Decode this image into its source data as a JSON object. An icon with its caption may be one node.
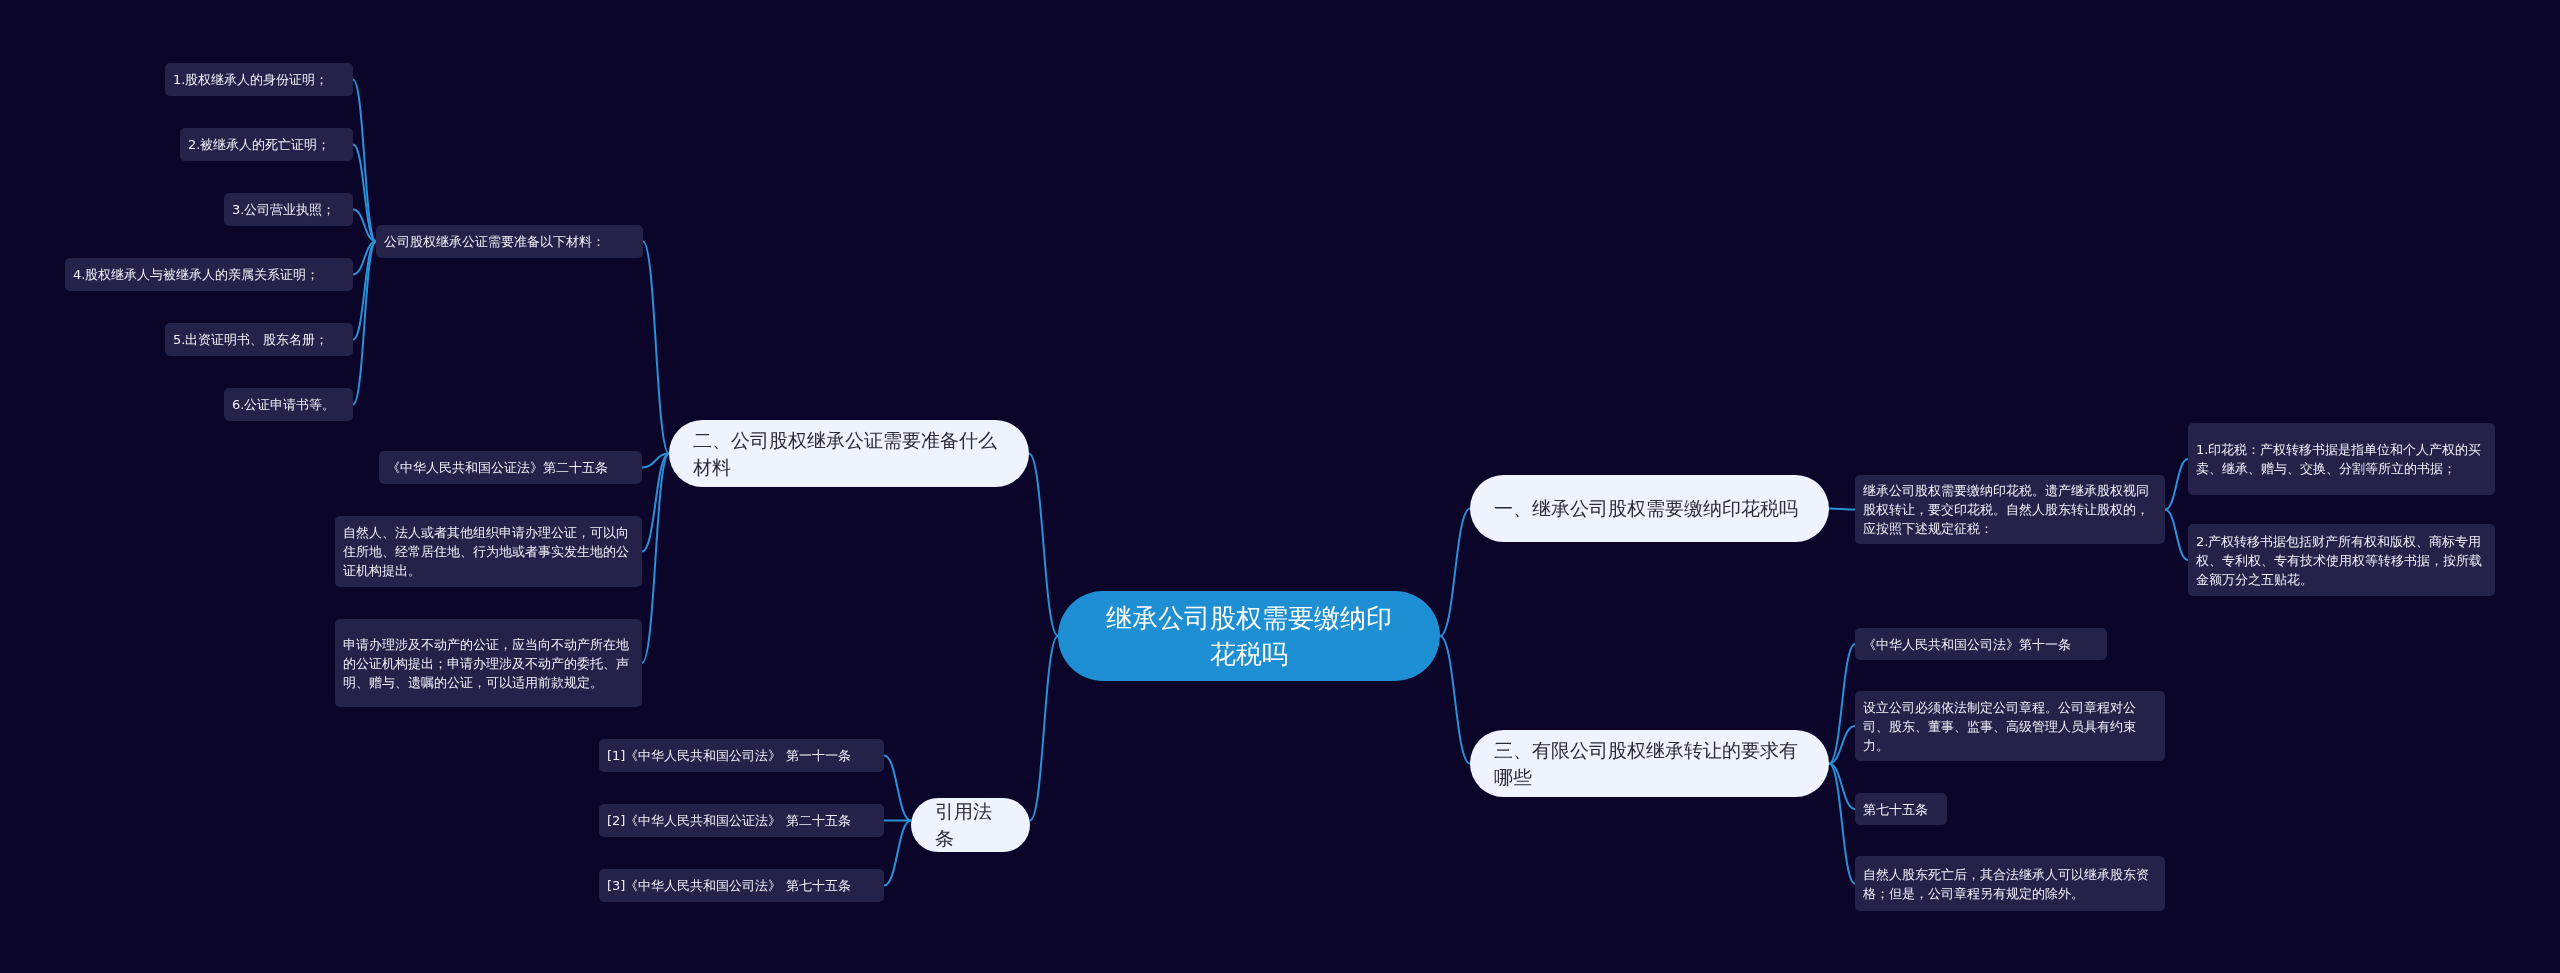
{
  "diagram": {
    "nodes": [
      {
        "text": [
          "继承公司股权需要缴纳印花税吗"
        ]
      },
      {
        "text": [
          "一、继承公司股权需要缴纳印花税吗"
        ]
      },
      {
        "text": [
          "继承公司股权需要缴纳印花税。遗产继承股权视同股权转让，要交印花税。自然人股东转让股权的，应按照下述规定征税："
        ]
      },
      {
        "text": [
          "1.印花税：产权转移书据是指单位和个人产权的买卖、继承、赠与、交换、分割等所立的书据；"
        ]
      },
      {
        "text": [
          "2.产权转移书据包括财产所有权和版权、商标专用权、专利权、专有技术使用权等转移书据，按所载金额万分之五贴花。"
        ]
      },
      {
        "text": [
          "三、有限公司股权继承转让的要求有哪些"
        ]
      },
      {
        "text": [
          "《中华人民共和国公司法》第十一条"
        ]
      },
      {
        "text": [
          "设立公司必须依法制定公司章程。公司章程对公司、股东、董事、监事、高级管理人员具有约束力。"
        ]
      },
      {
        "text": [
          "第七十五条"
        ]
      },
      {
        "text": [
          "自然人股东死亡后，其合法继承人可以继承股东资格；但是，公司章程另有规定的除外。"
        ]
      },
      {
        "text": [
          "二、公司股权继承公证需要准备什么材料"
        ]
      },
      {
        "text": [
          "公司股权继承公证需要准备以下材料："
        ]
      },
      {
        "text": [
          "1.股权继承人的身份证明；"
        ]
      },
      {
        "text": [
          "2.被继承人的死亡证明；"
        ]
      },
      {
        "text": [
          "3.公司营业执照；"
        ]
      },
      {
        "text": [
          "4.股权继承人与被继承人的亲属关系证明；"
        ]
      },
      {
        "text": [
          "5.出资证明书、股东名册；"
        ]
      },
      {
        "text": [
          "6.公证申请书等。"
        ]
      },
      {
        "text": [
          "《中华人民共和国公证法》第二十五条"
        ]
      },
      {
        "text": [
          "自然人、法人或者其他组织申请办理公证，可以向住所地、经常居住地、行为地或者事实发生地的公证机构提出。"
        ]
      },
      {
        "text": [
          "申请办理涉及不动产的公证，应当向不动产所在地的公证机构提出；申请办理涉及不动产的委托、声明、赠与、遗嘱的公证，可以适用前款规定。"
        ]
      },
      {
        "text": [
          "引用法条"
        ]
      },
      {
        "text": [
          "[1]《中华人民共和国公司法》 第一十一条"
        ]
      },
      {
        "text": [
          "[2]《中华人民共和国公证法》 第二十五条"
        ]
      },
      {
        "text": [
          "[3]《中华人民共和国公司法》 第七十五条"
        ]
      }
    ],
    "edges": [
      {
        "from": 0,
        "to": 1,
        "arrow": "none"
      },
      {
        "from": 1,
        "to": 2,
        "arrow": "none"
      },
      {
        "from": 2,
        "to": 3,
        "arrow": "none"
      },
      {
        "from": 2,
        "to": 4,
        "arrow": "none"
      },
      {
        "from": 0,
        "to": 5,
        "arrow": "none"
      },
      {
        "from": 5,
        "to": 6,
        "arrow": "none"
      },
      {
        "from": 5,
        "to": 7,
        "arrow": "none"
      },
      {
        "from": 5,
        "to": 8,
        "arrow": "none"
      },
      {
        "from": 5,
        "to": 9,
        "arrow": "none"
      },
      {
        "from": 0,
        "to": 10,
        "arrow": "none"
      },
      {
        "from": 10,
        "to": 11,
        "arrow": "none"
      },
      {
        "from": 11,
        "to": 12,
        "arrow": "none"
      },
      {
        "from": 11,
        "to": 13,
        "arrow": "none"
      },
      {
        "from": 11,
        "to": 14,
        "arrow": "none"
      },
      {
        "from": 11,
        "to": 15,
        "arrow": "none"
      },
      {
        "from": 11,
        "to": 16,
        "arrow": "none"
      },
      {
        "from": 11,
        "to": 17,
        "arrow": "none"
      },
      {
        "from": 10,
        "to": 18,
        "arrow": "none"
      },
      {
        "from": 10,
        "to": 19,
        "arrow": "none"
      },
      {
        "from": 10,
        "to": 20,
        "arrow": "none"
      },
      {
        "from": 0,
        "to": 21,
        "arrow": "none"
      },
      {
        "from": 21,
        "to": 22,
        "arrow": "none"
      },
      {
        "from": 21,
        "to": 23,
        "arrow": "none"
      },
      {
        "from": 21,
        "to": 24,
        "arrow": "none"
      }
    ]
  }
}
